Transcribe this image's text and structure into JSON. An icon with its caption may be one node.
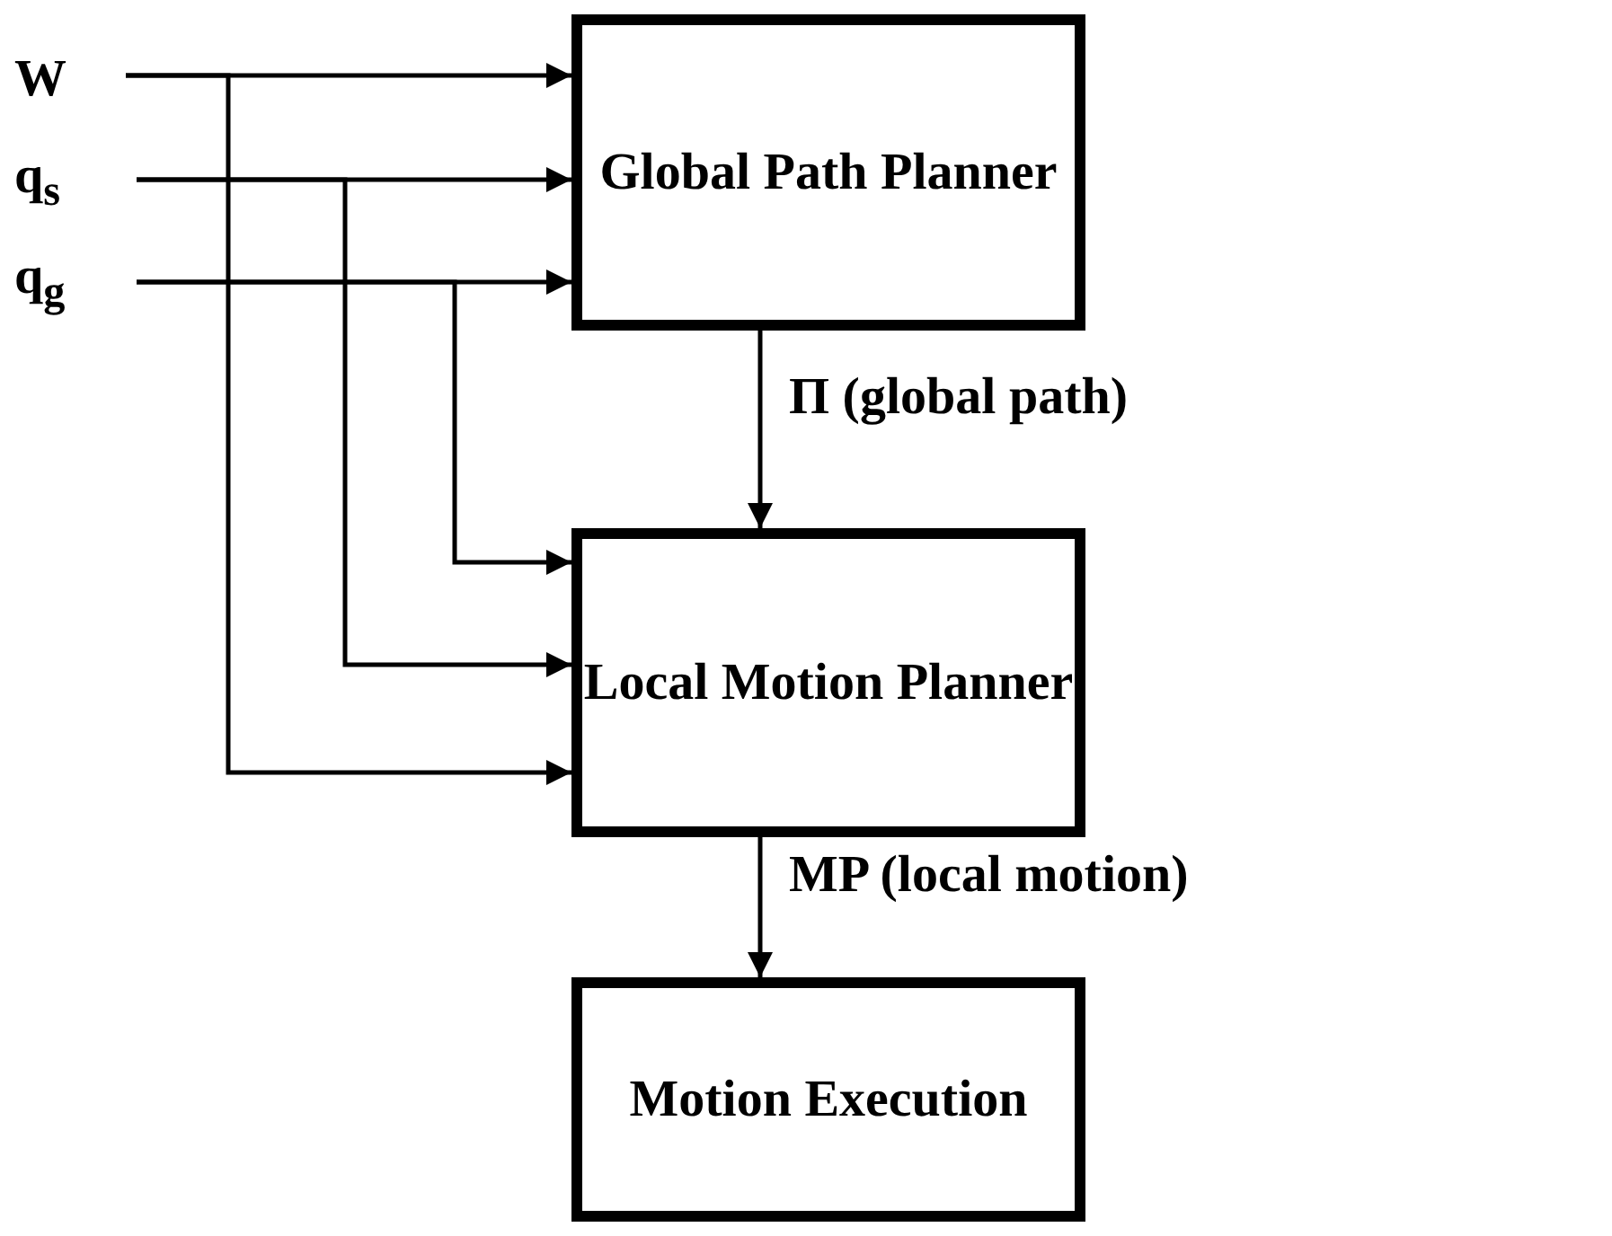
{
  "diagram": {
    "nodes": [
      {
        "text": [
          "W"
        ]
      },
      {
        "text": [
          "q$_{s}$"
        ]
      },
      {
        "text": [
          "q$_{g}$"
        ]
      },
      {
        "text": [
          "Global Path Planner"
        ]
      },
      {
        "text": [
          "Local Motion Planner"
        ]
      },
      {
        "text": [
          "Motion Execution"
        ]
      }
    ],
    "edges": [
      {
        "from": 0,
        "to": 3,
        "arrow": "to"
      },
      {
        "from": 1,
        "to": 3,
        "arrow": "to"
      },
      {
        "from": 2,
        "to": 3,
        "arrow": "to"
      },
      {
        "from": 2,
        "to": 4,
        "arrow": "to"
      },
      {
        "from": 1,
        "to": 4,
        "arrow": "to"
      },
      {
        "from": 0,
        "to": 4,
        "arrow": "to"
      },
      {
        "from": 3,
        "to": 4,
        "arrow": "to",
        "label": "Π (global path)"
      },
      {
        "from": 4,
        "to": 5,
        "arrow": "to",
        "label": "MP (local motion)"
      }
    ]
  }
}
